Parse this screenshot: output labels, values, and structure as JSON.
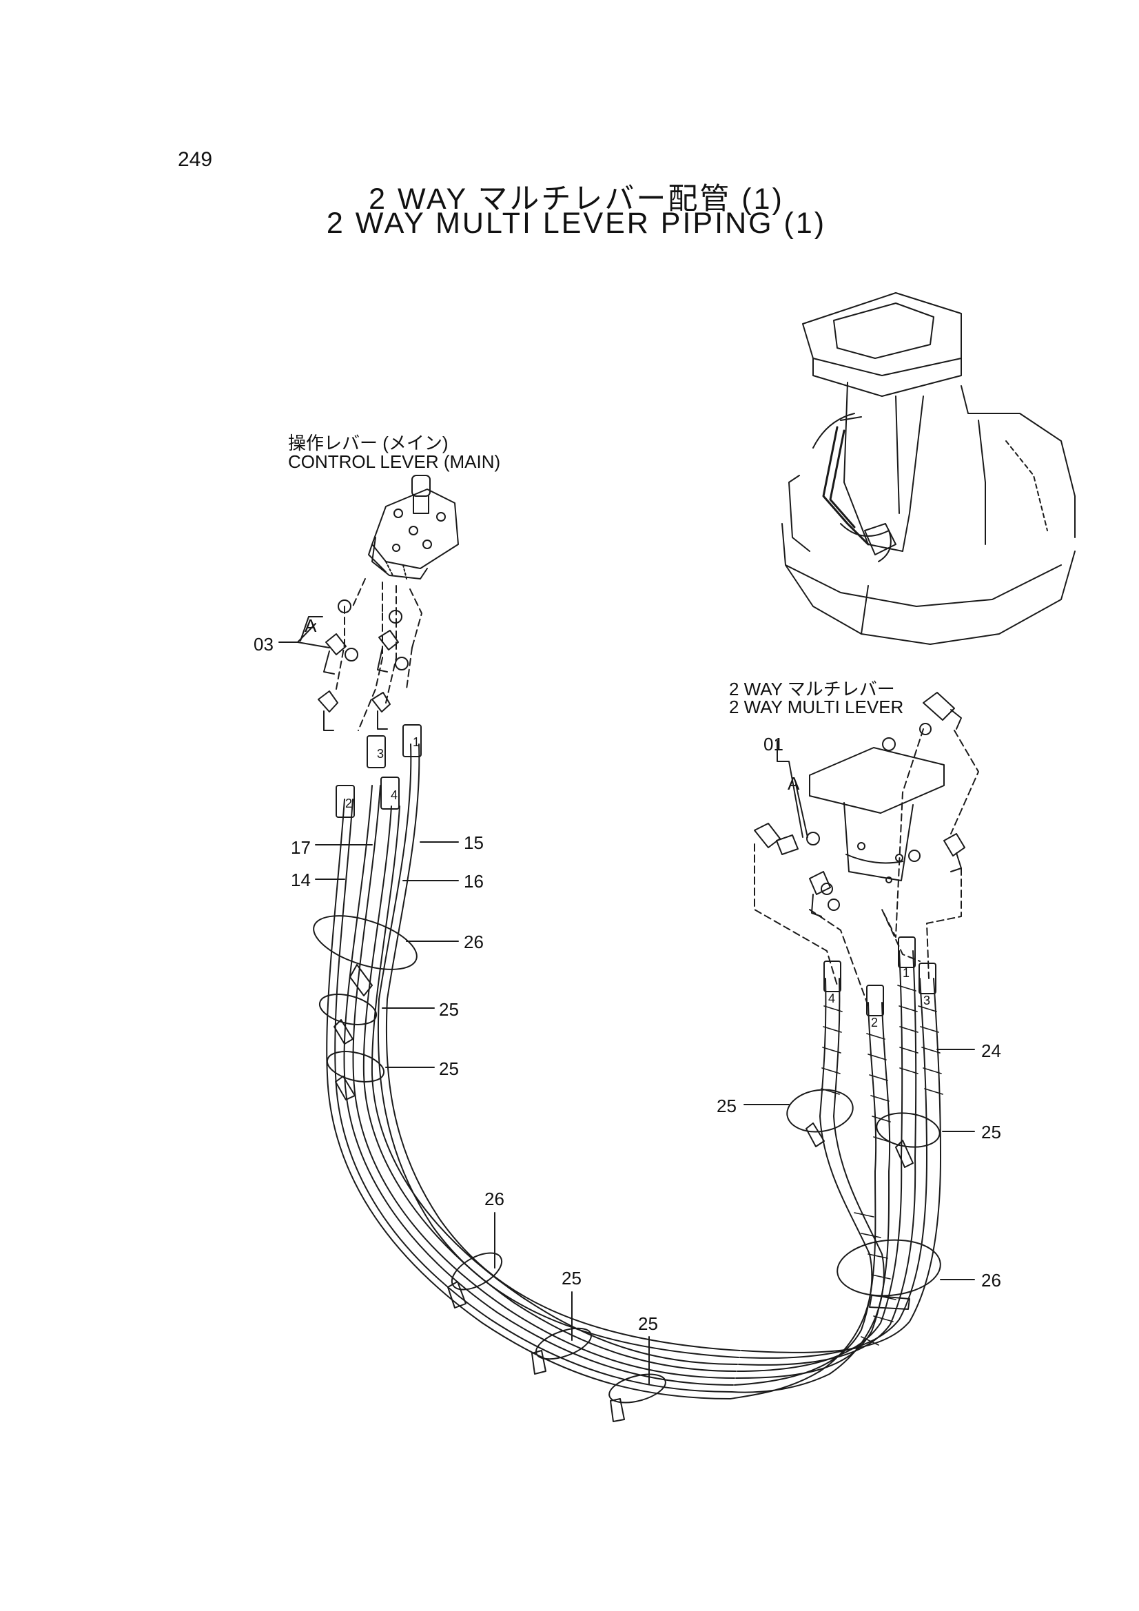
{
  "page_number": "249",
  "title_jp": "2 WAY マルチレバー配管 (1)",
  "title_en": "2 WAY MULTI LEVER PIPING (1)",
  "labels": {
    "control_lever_jp": "操作レバー (メイン)",
    "control_lever_en": "CONTROL LEVER (MAIN)",
    "multi_lever_jp": "2 WAY マルチレバー",
    "multi_lever_en": "2 WAY MULTI LEVER",
    "detail_a_left": "A",
    "detail_a_right": "A"
  },
  "callouts": {
    "c03": "03",
    "c01": "01",
    "c17": "17",
    "c14": "14",
    "c15": "15",
    "c16": "16",
    "c26a": "26",
    "c25a": "25",
    "c25b": "25",
    "c26b": "26",
    "c25c": "25",
    "c25d": "25",
    "c24": "24",
    "c25e": "25",
    "c25f": "25",
    "c26c": "26"
  },
  "hose_numbers": {
    "left": [
      "1",
      "3",
      "4",
      "2"
    ],
    "right": [
      "4",
      "2",
      "1",
      "3"
    ]
  }
}
